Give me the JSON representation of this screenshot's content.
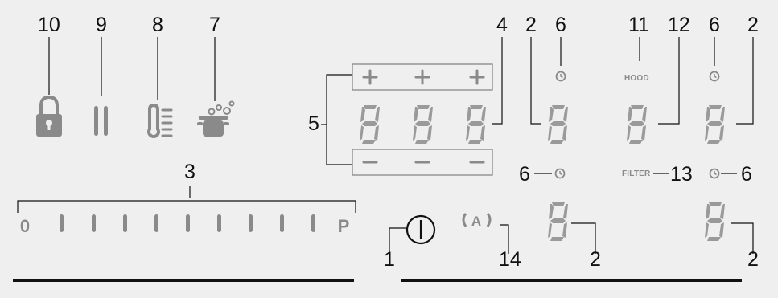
{
  "callouts": {
    "c10": "10",
    "c9": "9",
    "c8": "8",
    "c7": "7",
    "c4": "4",
    "c2a": "2",
    "c6a": "6",
    "c11": "11",
    "c12": "12",
    "c6b": "6",
    "c2b": "2",
    "c5": "5",
    "c3": "3",
    "c6c": "6",
    "c13": "13",
    "c6d": "6",
    "c1": "1",
    "c14": "14",
    "c2c": "2",
    "c2d": "2"
  },
  "labels": {
    "hood": "HOOD",
    "filter": "FILTER"
  },
  "power_levels": [
    "0",
    "I",
    "I",
    "I",
    "I",
    "I",
    "I",
    "I",
    "I",
    "I",
    "P"
  ],
  "icons": [
    "lock-icon",
    "pause-icon",
    "keep-warm-icon",
    "boil-icon",
    "plus-icon",
    "minus-icon",
    "timer-icon",
    "power-icon",
    "auto-icon"
  ],
  "colors": {
    "panel": "#efefef",
    "symbol": "#8a8a8a",
    "segment": "#9a9a9a",
    "line": "#111111",
    "frame": "#888888"
  }
}
